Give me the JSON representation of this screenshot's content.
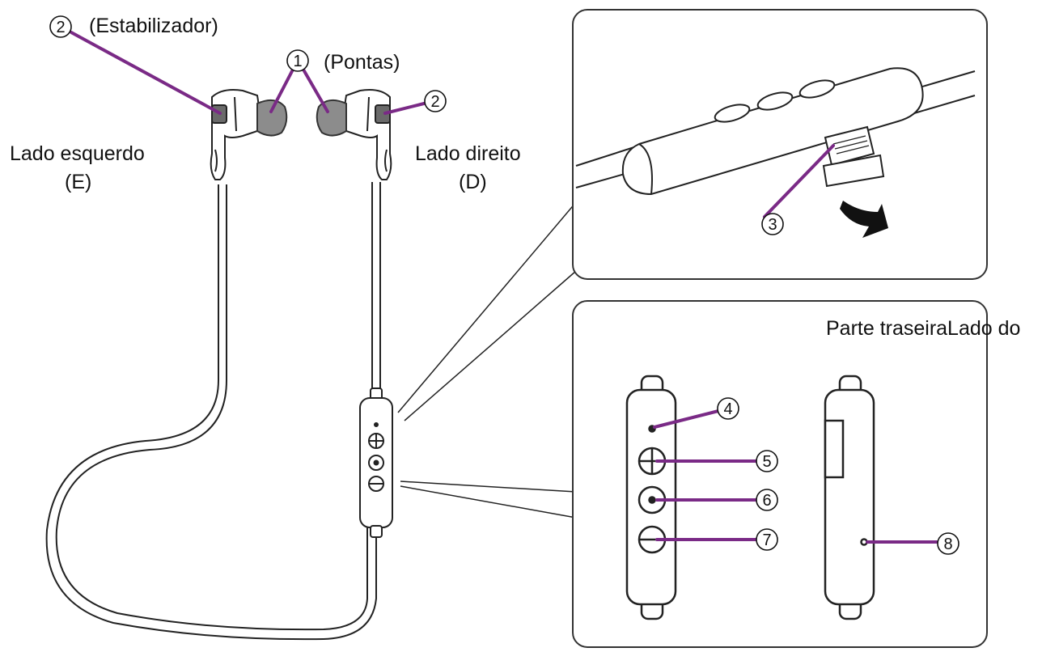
{
  "labels": {
    "stabilizer": "(Estabilizador)",
    "tips": "(Pontas)",
    "left_side": "Lado esquerdo",
    "left_code": "(E)",
    "right_side": "Lado direito",
    "right_code": "(D)",
    "back_side": "Parte traseiraLado do"
  },
  "callouts": {
    "n1": "1",
    "n2_left": "2",
    "n2_right": "2",
    "n3": "3",
    "n4": "4",
    "n5": "5",
    "n6": "6",
    "n7": "7",
    "n8": "8"
  },
  "colors": {
    "leader": "#7a2a86",
    "outline": "#222222",
    "eartip": "#8c8c8c",
    "background": "#ffffff"
  }
}
